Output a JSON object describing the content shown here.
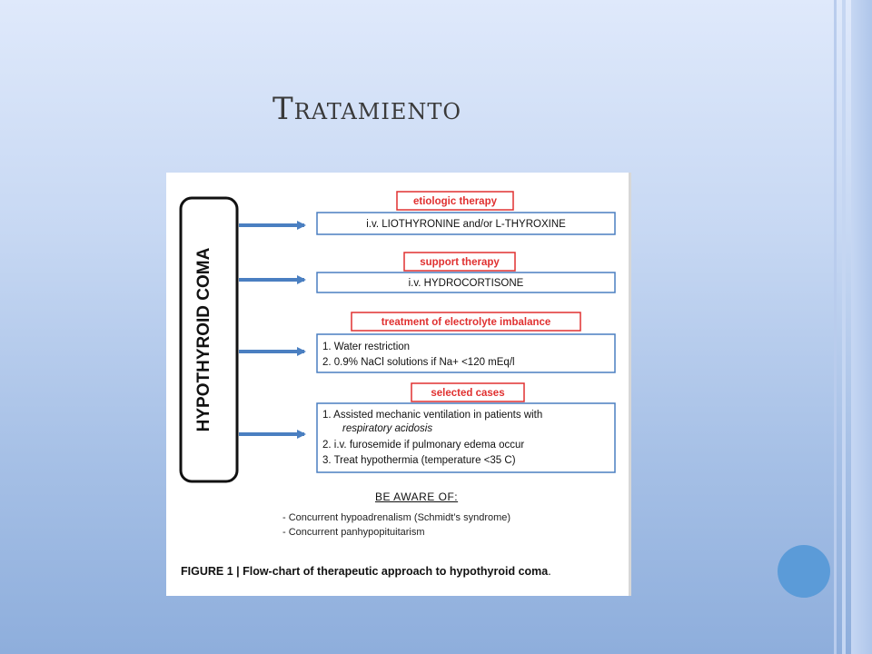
{
  "slide": {
    "title": "Tratamiento"
  },
  "figure": {
    "vertical_label": "HYPOTHYROID COMA",
    "steps": [
      {
        "header": "etiologic therapy",
        "lines": [
          "i.v. LIOTHYRONINE and/or L-THYROXINE"
        ]
      },
      {
        "header": "support therapy",
        "lines": [
          "i.v. HYDROCORTISONE"
        ]
      },
      {
        "header": "treatment of electrolyte imbalance",
        "lines": [
          "1.  Water restriction",
          "2.  0.9% NaCl solutions if Na+ <120 mEq/l"
        ]
      },
      {
        "header": "selected cases",
        "lines": [
          "1.  Assisted mechanic ventilation in patients with",
          "respiratory acidosis",
          "2.  i.v. furosemide if pulmonary edema occur",
          "3.  Treat hypothermia (temperature <35  C)"
        ]
      }
    ],
    "aware_title": "BE  AWARE OF:",
    "notes": [
      "- Concurrent hypoadrenalism (Schmidt’s syndrome)",
      "- Concurrent panhypopituitarism"
    ],
    "caption_bold": "FIGURE 1 | Flow-chart of therapeutic approach to hypothyroid coma",
    "caption_end": "."
  },
  "colors": {
    "arrow": "#4a7fc1",
    "box_border": "#4a7fc1",
    "header_border": "#e03030"
  }
}
